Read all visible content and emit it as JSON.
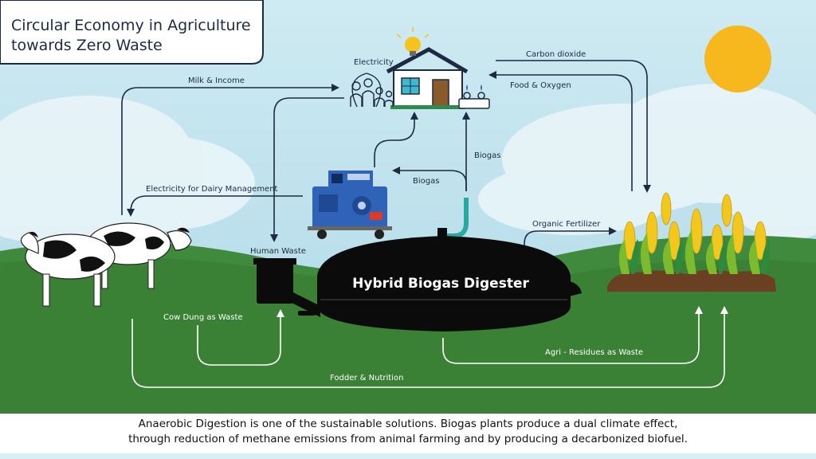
{
  "title": {
    "line1": "Circular Economy in Agriculture",
    "line2": "towards Zero Waste"
  },
  "digester_label": "Hybrid Biogas Digester",
  "flows": {
    "carbon_dioxide": "Carbon dioxide",
    "food_oxygen": "Food & Oxygen",
    "electricity": "Electricity",
    "milk_income": "Milk & Income",
    "biogas_upper": "Biogas",
    "biogas_generator": "Biogas",
    "electricity_dairy": "Electricity for Dairy Management",
    "organic_fertilizer": "Organic Fertilizer",
    "human_waste": "Human Waste",
    "cow_dung": "Cow Dung as Waste",
    "agri_residues": "Agri - Residues as Waste",
    "fodder_nutrition": "Fodder & Nutrition"
  },
  "caption": {
    "line1": "Anaerobic Digestion is one of the sustainable solutions. Biogas plants produce a dual climate effect,",
    "line2": "through reduction of methane emissions from animal farming and by producing a decarbonized biofuel."
  },
  "icons": [
    "sun-icon",
    "house-icon",
    "lightbulb-icon",
    "family-icon",
    "gas-stove-icon",
    "generator-icon",
    "cow-icon",
    "corn-icon",
    "digester-icon"
  ],
  "colors": {
    "sky": "#bfe3ee",
    "grass": "#3f8a3c",
    "digester": "#0b0b0b",
    "arrow_dark": "#1c2a44",
    "arrow_light": "#ffffff",
    "sun": "#f6b81c",
    "generator": "#2f63b8"
  }
}
